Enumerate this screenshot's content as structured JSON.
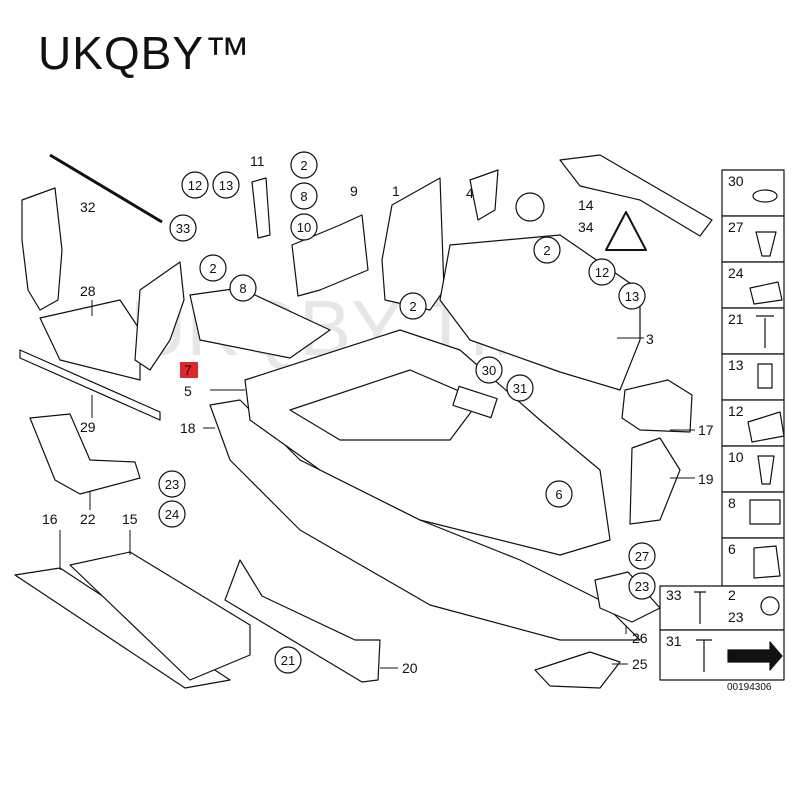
{
  "brand": "UKQBY™",
  "watermark": "UKQBY TM",
  "drawing_code": "00194306",
  "labels": {
    "p1": "1",
    "p2": "2",
    "p3": "3",
    "p4": "4",
    "p5": "5",
    "p6": "6",
    "p7": "7",
    "p8": "8",
    "p9": "9",
    "p10": "10",
    "p11": "11",
    "p12": "12",
    "p13": "13",
    "p14": "14",
    "p15": "15",
    "p16": "16",
    "p17": "17",
    "p18": "18",
    "p19": "19",
    "p20": "20",
    "p21": "21",
    "p22": "22",
    "p23": "23",
    "p24": "24",
    "p25": "25",
    "p26": "26",
    "p27": "27",
    "p28": "28",
    "p29": "29",
    "p30": "30",
    "p31": "31",
    "p32": "32",
    "p33": "33",
    "p34": "34"
  },
  "parts_column": [
    "30",
    "27",
    "24",
    "21",
    "13",
    "12",
    "10",
    "8",
    "6"
  ],
  "parts_bottom": [
    "33",
    "2",
    "23",
    "31"
  ],
  "highlight_color": "#e0282a"
}
